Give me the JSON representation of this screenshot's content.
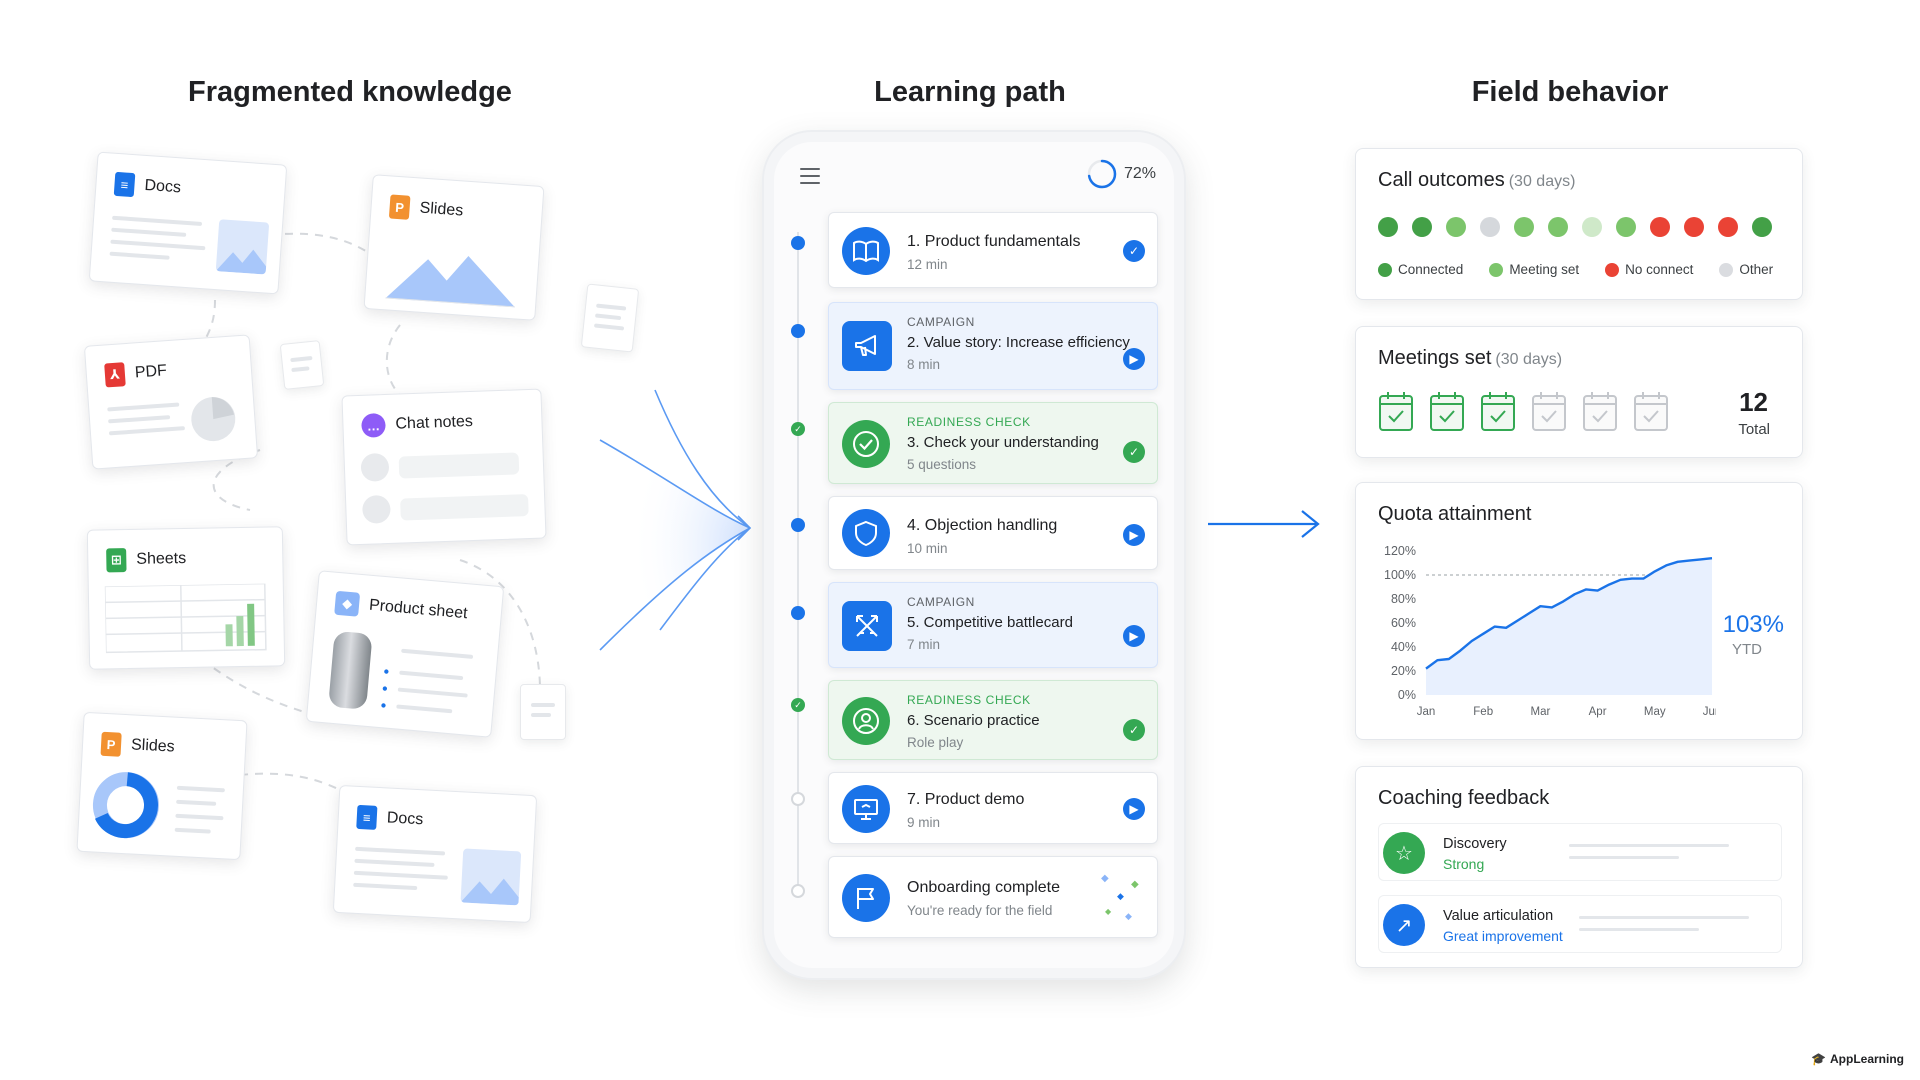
{
  "sections": {
    "left_title": "Fragmented knowledge",
    "center_title": "Learning path",
    "right_title": "Field behavior"
  },
  "knowledge_sources": [
    {
      "label": "Docs",
      "icon": "docs-icon"
    },
    {
      "label": "Slides",
      "icon": "slides-icon"
    },
    {
      "label": "PDF",
      "icon": "pdf-icon"
    },
    {
      "label": "Chat notes",
      "icon": "chat-icon"
    },
    {
      "label": "Sheets",
      "icon": "sheets-icon"
    },
    {
      "label": "Product sheet",
      "icon": "cube-icon"
    },
    {
      "label": "Slides",
      "icon": "slides-icon"
    },
    {
      "label": "Docs",
      "icon": "docs-icon"
    }
  ],
  "learning_path": {
    "progress": "72%",
    "progress_value": 0.72,
    "items": [
      {
        "tag": "",
        "title": "1. Product fundamentals",
        "sub": "12 min",
        "kind": "lesson",
        "status": "complete",
        "icon": "book-icon"
      },
      {
        "tag": "CAMPAIGN",
        "title": "2. Value story: Increase efficiency",
        "sub": "8 min",
        "kind": "campaign",
        "status": "play",
        "icon": "megaphone-icon"
      },
      {
        "tag": "READINESS CHECK",
        "title": "3. Check your understanding",
        "sub": "5 questions",
        "kind": "check",
        "status": "complete",
        "icon": "check-circle-icon"
      },
      {
        "tag": "",
        "title": "4. Objection handling",
        "sub": "10 min",
        "kind": "lesson",
        "status": "play",
        "icon": "shield-icon"
      },
      {
        "tag": "CAMPAIGN",
        "title": "5. Competitive battlecard",
        "sub": "7 min",
        "kind": "campaign",
        "status": "play",
        "icon": "swords-icon"
      },
      {
        "tag": "READINESS CHECK",
        "title": "6. Scenario practice",
        "sub": "Role play",
        "kind": "check",
        "status": "complete",
        "icon": "person-icon"
      },
      {
        "tag": "",
        "title": "7. Product demo",
        "sub": "9 min",
        "kind": "lesson",
        "status": "play",
        "icon": "monitor-icon"
      },
      {
        "tag": "",
        "title": "Onboarding complete",
        "sub": "You're ready for the field",
        "kind": "lesson",
        "status": "none",
        "icon": "flag-icon"
      }
    ]
  },
  "call_outcomes": {
    "title": "Call outcomes",
    "period": "(30 days)",
    "dots": [
      "connected",
      "connected",
      "meeting",
      "other",
      "meeting",
      "meeting",
      "meeting-light",
      "meeting",
      "noconnect",
      "noconnect",
      "noconnect",
      "connected"
    ],
    "colors": {
      "connected": "#43a047",
      "meeting": "#7cc56b",
      "meeting-light": "#cfe9c9",
      "noconnect": "#ea4335",
      "other": "#d5d8dc"
    },
    "legend": [
      {
        "label": "Connected",
        "color": "#43a047"
      },
      {
        "label": "Meeting set",
        "color": "#7cc56b"
      },
      {
        "label": "No connect",
        "color": "#ea4335"
      },
      {
        "label": "Other",
        "color": "#dadce0"
      }
    ]
  },
  "meetings_set": {
    "title": "Meetings set",
    "period": "(30 days)",
    "filled": 3,
    "empty": 3,
    "total": "12",
    "total_label": "Total"
  },
  "quota": {
    "title": "Quota attainment",
    "kpi": "103%",
    "kpi_label": "YTD"
  },
  "chart_data": {
    "type": "area",
    "title": "Quota attainment",
    "x": [
      0,
      0.2,
      0.4,
      0.6,
      0.8,
      1.0,
      1.2,
      1.4,
      1.6,
      1.8,
      2.0,
      2.2,
      2.4,
      2.6,
      2.8,
      3.0,
      3.2,
      3.4,
      3.6,
      3.8,
      4.0,
      4.2,
      4.4,
      4.6,
      4.8,
      5.0
    ],
    "categories": [
      "Jan",
      "Feb",
      "Mar",
      "Apr",
      "May",
      "Jun"
    ],
    "series": [
      {
        "values": [
          22,
          29,
          30,
          37,
          45,
          51,
          57,
          56,
          62,
          68,
          74,
          73,
          78,
          84,
          88,
          87,
          92,
          96,
          97,
          97,
          103,
          108,
          111,
          112,
          113,
          114
        ]
      }
    ],
    "reference_line": 100,
    "ylim": [
      0,
      120
    ],
    "yticks": [
      "120%",
      "100%",
      "80%",
      "60%",
      "40%",
      "20%",
      "0%"
    ],
    "xlabel": "",
    "ylabel": "",
    "line_color": "#1a73e8",
    "fill_color": "#e8f0fe"
  },
  "coaching": {
    "title": "Coaching feedback",
    "items": [
      {
        "name": "Discovery",
        "value": "Strong",
        "icon": "star-icon",
        "color": "#34a853"
      },
      {
        "name": "Value articulation",
        "value": "Great improvement",
        "icon": "arrow-up-right-icon",
        "color": "#1a73e8"
      }
    ]
  },
  "brand": "AppLearning"
}
